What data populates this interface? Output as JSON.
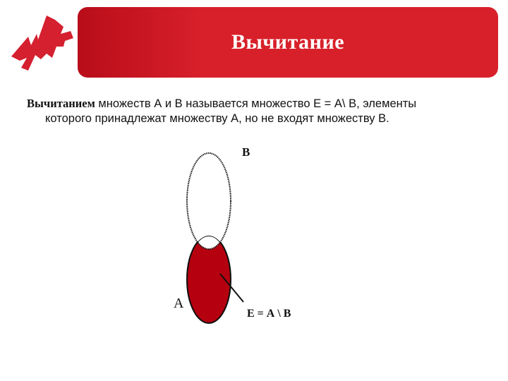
{
  "title": "Вычитание",
  "definition": {
    "term": "Вычитанием",
    "line1_rest": " множеств  А и В называется множество Е = А\\ В, элементы",
    "line2": "которого принадлежат множеству А, но не входят множеству В."
  },
  "diagram": {
    "label_b": "В",
    "label_a": "А",
    "label_result": "Е = А \\ В",
    "fill_color": "#b5000f",
    "stroke_color": "#111111"
  },
  "colors": {
    "banner": "#d8202a",
    "logo": "#d52030"
  }
}
